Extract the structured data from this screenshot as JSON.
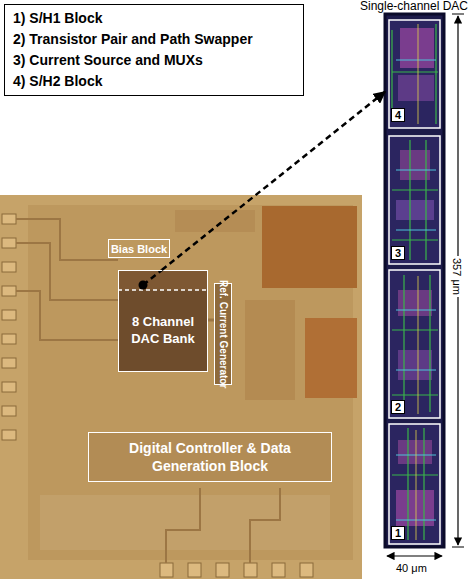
{
  "diagram": {
    "nodes": [
      {
        "text": [
          "1) S/H1 Block",
          "2) Transistor Pair and Path Swapper",
          "3) Current Source and MUXs",
          "4) S/H2 Block"
        ]
      },
      {
        "text": [
          "Single-channel DAC"
        ]
      },
      {
        "text": [
          "Bias Block"
        ]
      },
      {
        "text": [
          "8 Channel DAC Bank"
        ]
      },
      {
        "text": [
          "Ref. Current Generator"
        ]
      },
      {
        "text": [
          "Digital Controller & Data Generation Block"
        ]
      }
    ],
    "edges": [
      {
        "from": 3,
        "to": 1,
        "arrow": "to"
      }
    ],
    "labels": [
      "4",
      "3",
      "2",
      "1",
      "357 μm",
      "40 μm"
    ]
  }
}
